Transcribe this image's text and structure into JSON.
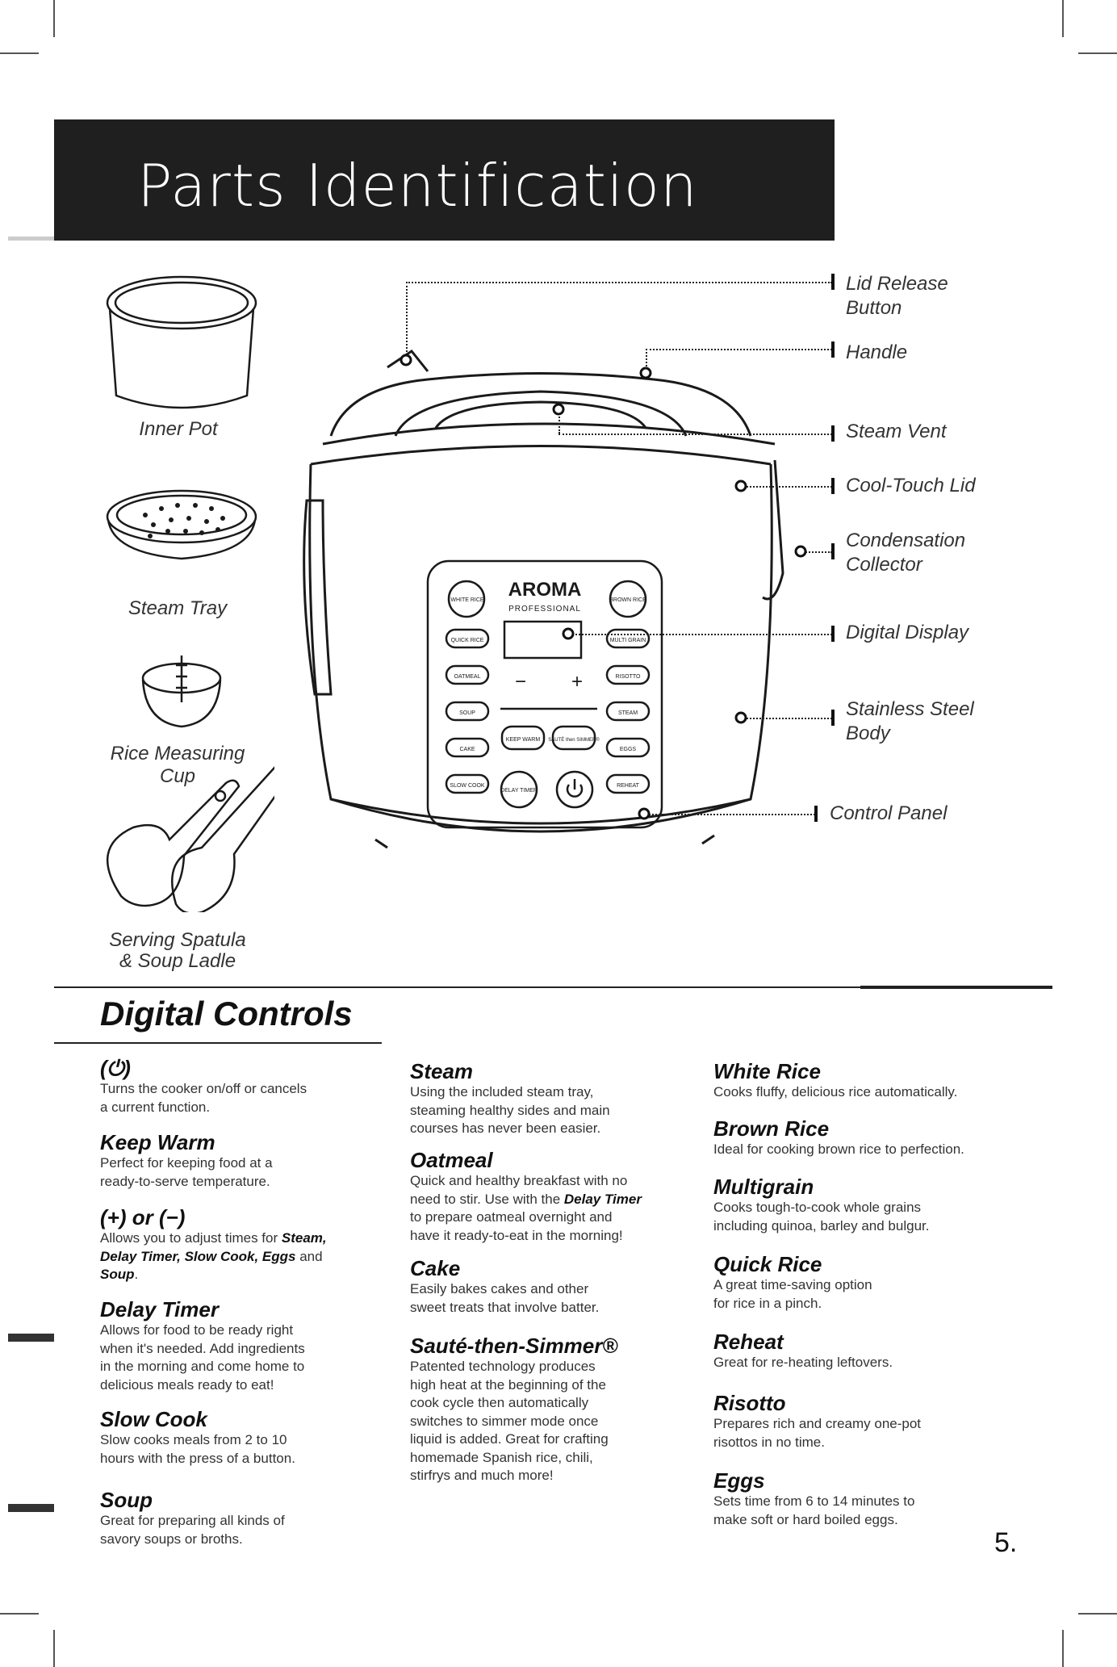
{
  "header": {
    "title": "Parts Identification"
  },
  "accessories": {
    "inner_pot": "Inner Pot",
    "steam_tray": "Steam Tray",
    "rice_cup_line1": "Rice Measuring",
    "rice_cup_line2": "Cup",
    "spatula_line1": "Serving Spatula",
    "spatula_line2": "& Soup Ladle"
  },
  "callouts": {
    "lid_release": "Lid Release\nButton",
    "handle": "Handle",
    "steam_vent": "Steam Vent",
    "cool_touch_lid": "Cool-Touch Lid",
    "condensation": "Condensation\nCollector",
    "digital_display": "Digital Display",
    "stainless_body": "Stainless Steel\nBody",
    "control_panel": "Control Panel"
  },
  "panel": {
    "brand": "AROMA",
    "brand_sub": "PROFESSIONAL",
    "minus": "−",
    "plus": "+",
    "left_buttons": [
      "QUICK RICE",
      "OATMEAL",
      "SOUP",
      "CAKE",
      "SLOW COOK"
    ],
    "right_buttons": [
      "MULTI GRAIN",
      "RISOTTO",
      "STEAM",
      "EGGS",
      "REHEAT"
    ],
    "white_rice": "WHITE RICE",
    "brown_rice": "BROWN RICE",
    "keep_warm": "KEEP WARM",
    "saute": "SAUTÉ then SIMMER®",
    "delay_timer": "DELAY TIMER",
    "power_icon": "power-icon"
  },
  "digital_controls": {
    "title": "Digital Controls",
    "col1": [
      {
        "heading": "(⏻)",
        "text": "Turns the cooker on/off or cancels\na current function."
      },
      {
        "heading": "Keep Warm",
        "text": "Perfect for keeping food at a\nready-to-serve temperature."
      },
      {
        "heading": "(+) or (−)",
        "text_a": "Allows you to adjust times for ",
        "bold_a": "Steam,\nDelay Timer, Slow Cook, Eggs",
        "text_b": " and\n",
        "bold_b": "Soup",
        "text_c": "."
      },
      {
        "heading": "Delay Timer",
        "text": "Allows for food to be ready right\nwhen it's needed. Add ingredients\nin the morning and come home to\ndelicious meals ready to eat!"
      },
      {
        "heading": "Slow Cook",
        "text": "Slow cooks meals from 2 to 10\nhours with the press of a button."
      },
      {
        "heading": "Soup",
        "text": "Great for preparing all kinds of\nsavory soups or broths."
      }
    ],
    "col2": [
      {
        "heading": "Steam",
        "text": "Using the included steam tray,\nsteaming healthy sides and main\ncourses has never been easier."
      },
      {
        "heading": "Oatmeal",
        "text_a": "Quick and healthy breakfast with no\nneed to stir. Use with the ",
        "bold_a": "Delay Timer",
        "text_b": "\nto prepare oatmeal overnight and\nhave it ready-to-eat in the morning!"
      },
      {
        "heading": "Cake",
        "text": "Easily bakes cakes and other\nsweet treats that involve batter."
      },
      {
        "heading": "Sauté-then-Simmer®",
        "text": "Patented technology produces\nhigh heat at the beginning of the\ncook cycle then automatically\nswitches to simmer mode once\nliquid is added. Great for crafting\nhomemade Spanish rice, chili,\nstirfrys and much more!"
      }
    ],
    "col3": [
      {
        "heading": "White Rice",
        "text": "Cooks fluffy, delicious rice automatically."
      },
      {
        "heading": "Brown Rice",
        "text": "Ideal for cooking brown rice to perfection."
      },
      {
        "heading": "Multigrain",
        "text": "Cooks tough-to-cook whole grains\nincluding quinoa, barley and bulgur."
      },
      {
        "heading": "Quick Rice",
        "text": "A great time-saving option\nfor rice in a pinch."
      },
      {
        "heading": "Reheat",
        "text": "Great for re-heating leftovers."
      },
      {
        "heading": "Risotto",
        "text": "Prepares rich and creamy one-pot\nrisottos in no time."
      },
      {
        "heading": "Eggs",
        "text": "Sets time from 6 to 14 minutes to\nmake soft or hard boiled eggs."
      }
    ]
  },
  "page_number": "5."
}
